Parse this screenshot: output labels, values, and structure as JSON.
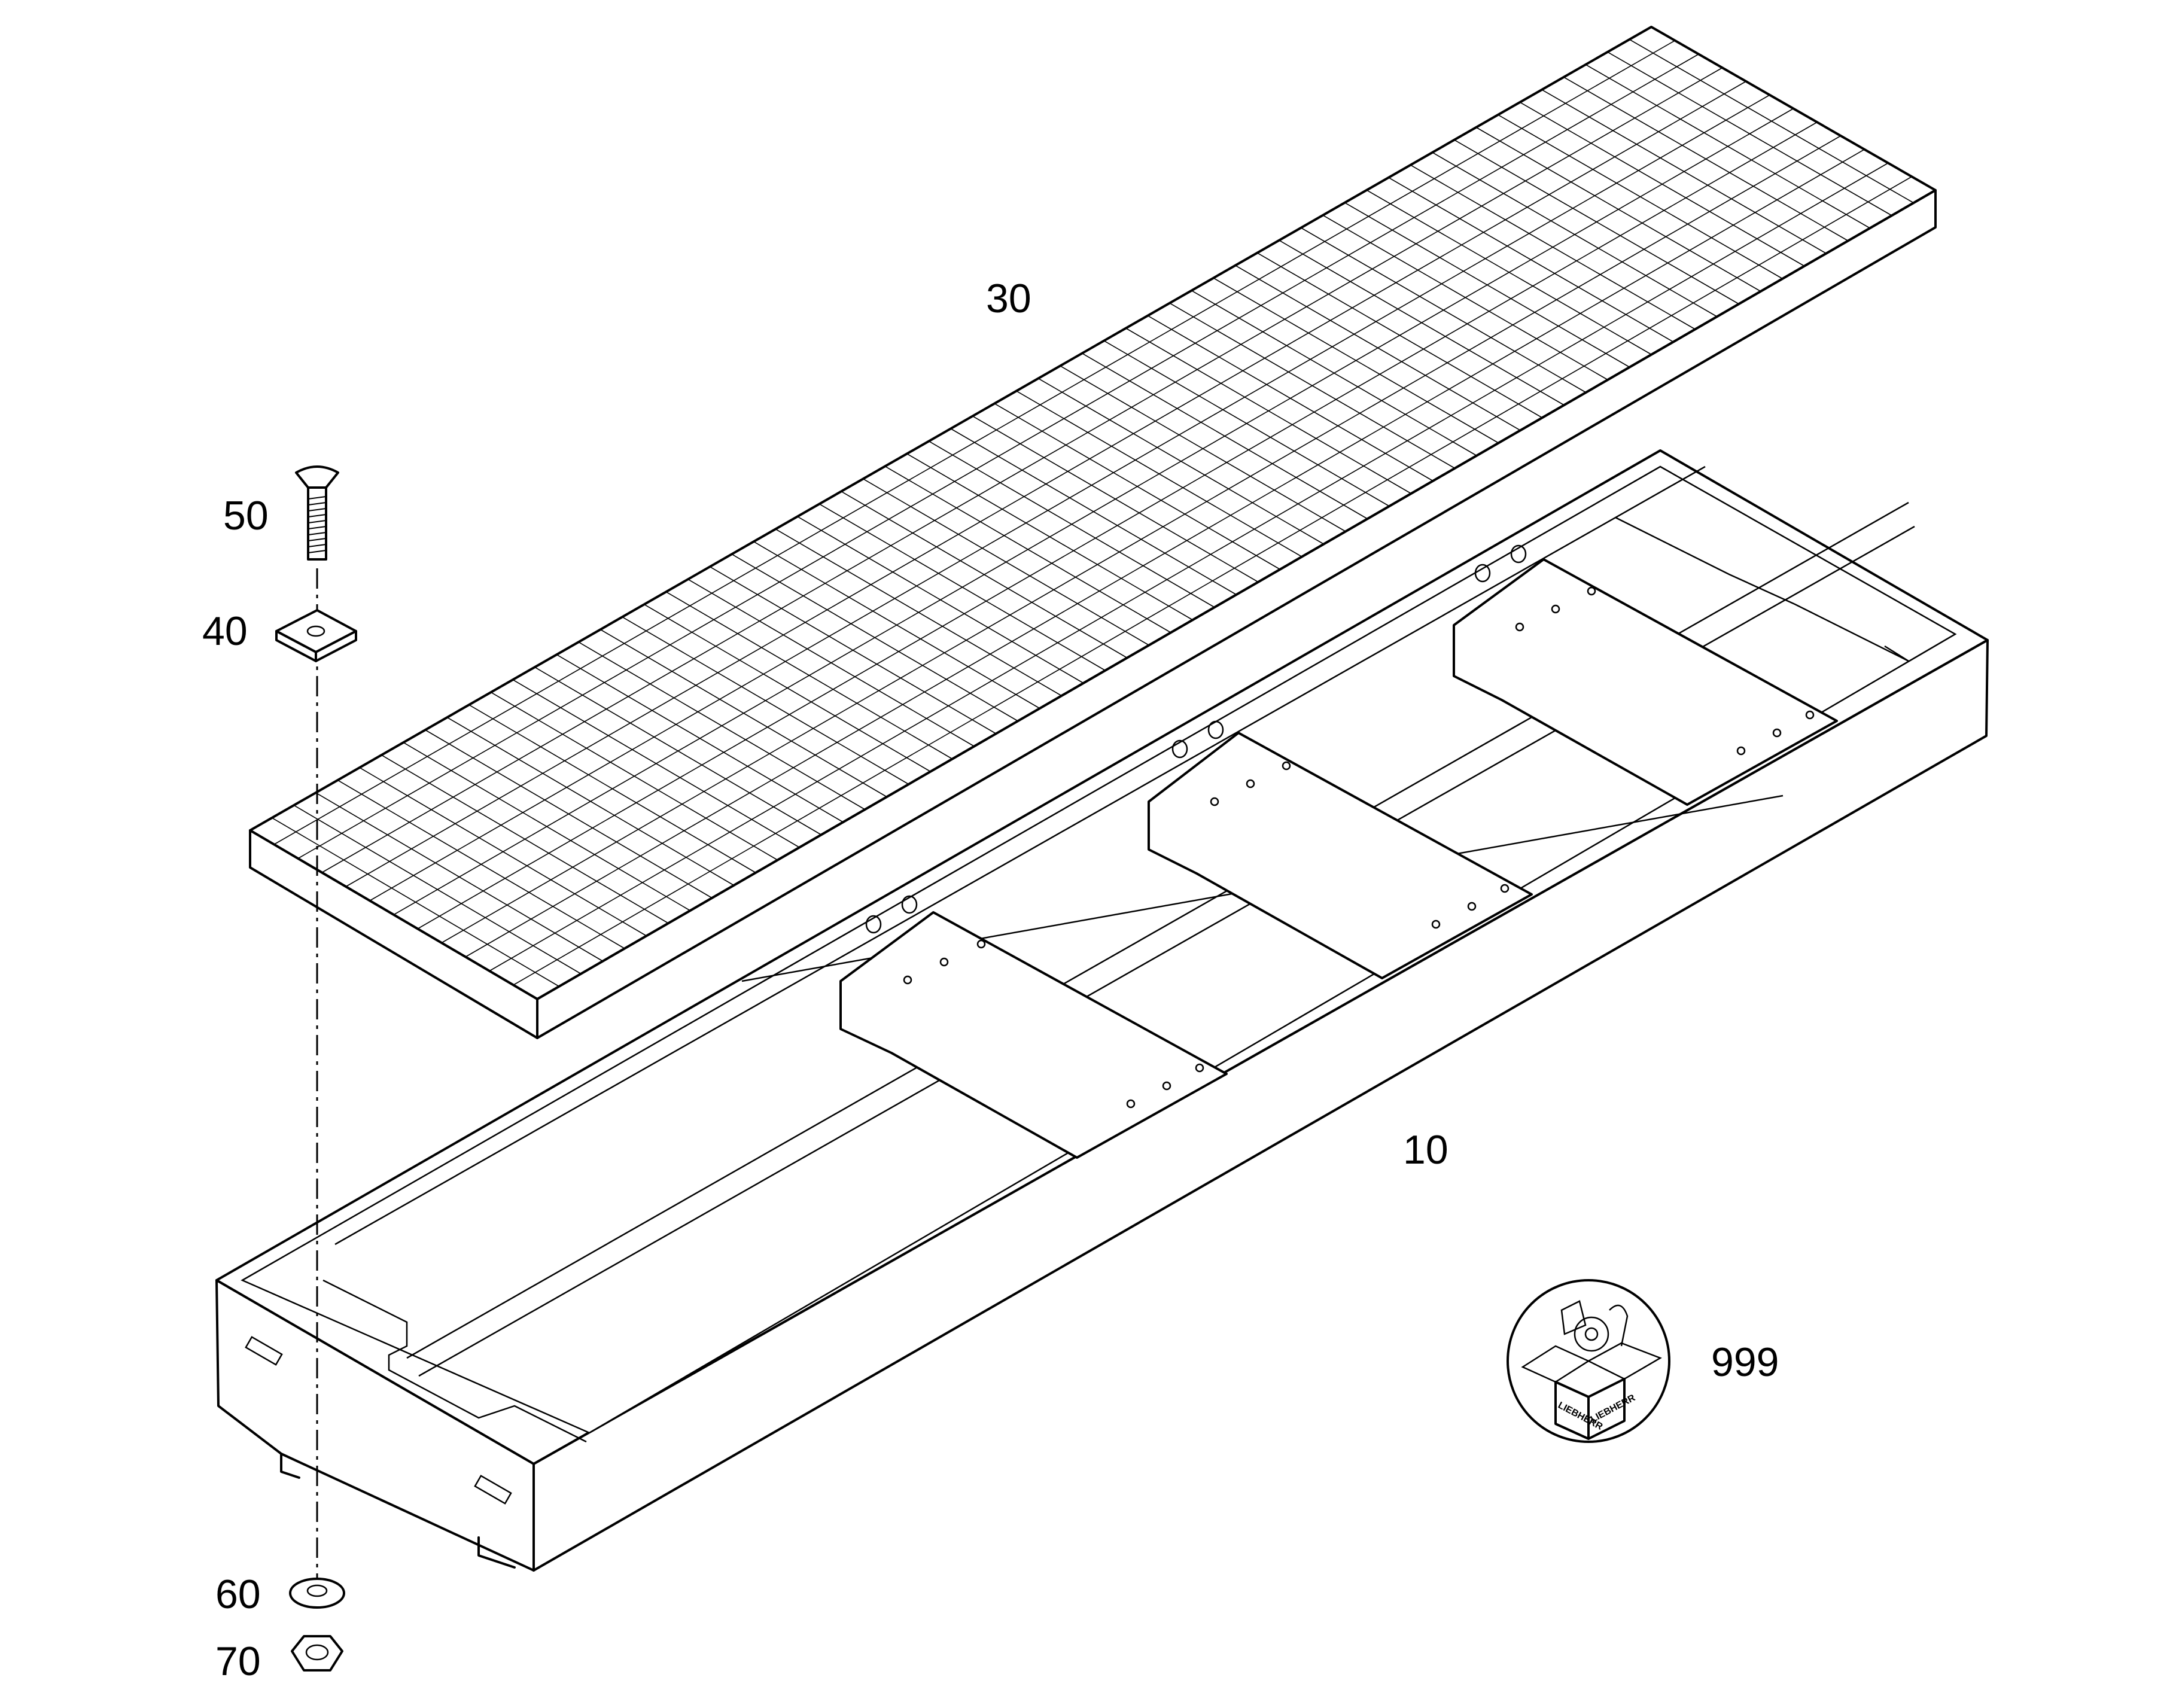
{
  "callouts": {
    "grating": "30",
    "frame": "10",
    "screw": "50",
    "plate": "40",
    "washer": "60",
    "nut": "70",
    "kit": "999"
  },
  "kit_brand": "LIEBHERR",
  "colors": {
    "line": "#000000",
    "background": "#ffffff"
  }
}
